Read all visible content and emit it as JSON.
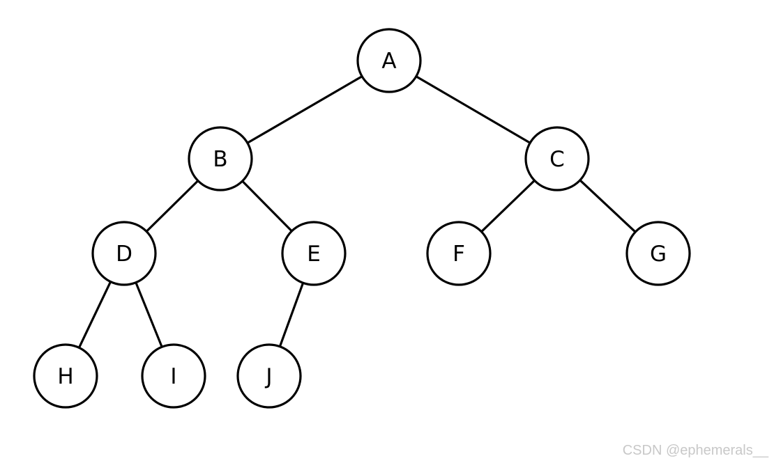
{
  "diagram": {
    "type": "binary-tree",
    "nodes": [
      {
        "id": "A",
        "label": "A"
      },
      {
        "id": "B",
        "label": "B"
      },
      {
        "id": "C",
        "label": "C"
      },
      {
        "id": "D",
        "label": "D"
      },
      {
        "id": "E",
        "label": "E"
      },
      {
        "id": "F",
        "label": "F"
      },
      {
        "id": "G",
        "label": "G"
      },
      {
        "id": "H",
        "label": "H"
      },
      {
        "id": "I",
        "label": "I"
      },
      {
        "id": "J",
        "label": "J"
      }
    ],
    "edges": [
      {
        "from": "A",
        "to": "B"
      },
      {
        "from": "A",
        "to": "C"
      },
      {
        "from": "B",
        "to": "D"
      },
      {
        "from": "B",
        "to": "E"
      },
      {
        "from": "C",
        "to": "F"
      },
      {
        "from": "C",
        "to": "G"
      },
      {
        "from": "D",
        "to": "H"
      },
      {
        "from": "D",
        "to": "I"
      },
      {
        "from": "E",
        "to": "J"
      }
    ]
  },
  "watermark": "CSDN @ephemerals__"
}
